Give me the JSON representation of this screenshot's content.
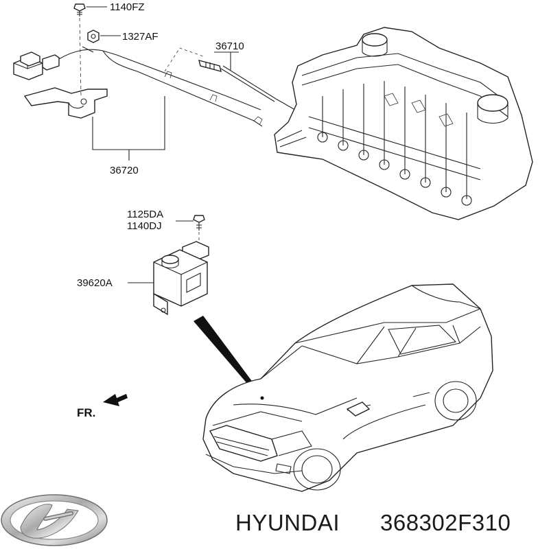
{
  "diagram": {
    "part_labels": {
      "bolt_top": "1140FZ",
      "nut": "1327AF",
      "glow_plug": "36710",
      "harness": "36720",
      "bolt_mid_1": "1125DA",
      "bolt_mid_2": "1140DJ",
      "controller": "39620A"
    },
    "front_indicator": "FR."
  },
  "footer": {
    "brand": "HYUNDAI",
    "part_number": "368302F310"
  },
  "icons": {
    "logo": "hyundai-logo-icon",
    "engine": "engine-block-icon",
    "vehicle": "suv-vehicle-icon"
  }
}
